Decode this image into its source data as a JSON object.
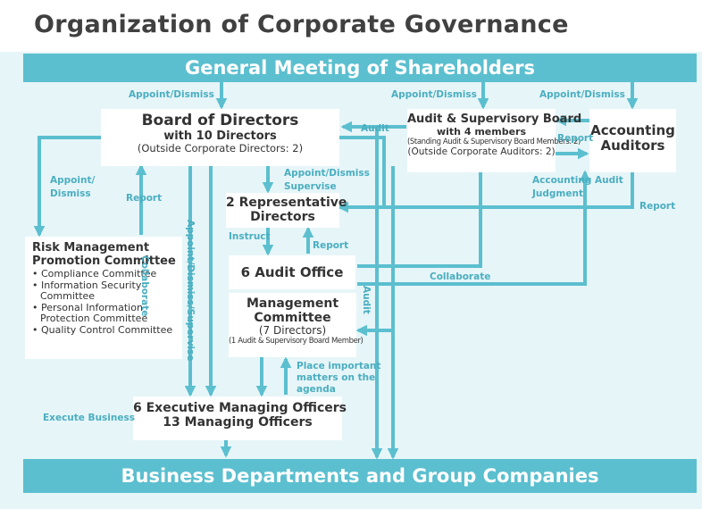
{
  "title": "Organization of Corporate Governance",
  "colors": {
    "accent": "#5bbfcf",
    "panel": "#e6f5f8",
    "label": "#4aaec0"
  },
  "shareholders": "General Meeting of Shareholders",
  "business": "Business Departments and Group Companies",
  "board": {
    "line1": "Board of Directors",
    "line2": "with 10 Directors",
    "line3": "(Outside Corporate Directors: 2)"
  },
  "asb": {
    "line1": "Audit & Supervisory Board",
    "line2": "with 4 members",
    "line3": "(Standing Audit & Supervisory Board Members: 2)",
    "line4": "(Outside Corporate Auditors: 2)"
  },
  "accounting": {
    "line1": "Accounting",
    "line2": "Auditors"
  },
  "rep": {
    "line1": "2 Representative",
    "line2": "Directors"
  },
  "audit_office": "6 Audit Office",
  "mgmt": {
    "line1": "Management",
    "line2": "Committee",
    "line3": "(7 Directors)",
    "line4": "(1 Audit & Supervisory Board Member)"
  },
  "risk": {
    "line1": "Risk Management",
    "line2": "Promotion Committee",
    "items": [
      "• Compliance Committee",
      "• Information Security",
      "Committee",
      "• Personal Information",
      "Protection Committee",
      "• Quality Control Committee"
    ]
  },
  "officers": {
    "line1": "6 Executive Managing Officers",
    "line2": "13 Managing Officers"
  },
  "labels": {
    "appoint_dismiss_1": "Appoint/Dismiss",
    "appoint_dismiss_2": "Appoint/Dismiss",
    "appoint_dismiss_3": "Appoint/Dismiss",
    "audit_1": "Audit",
    "report_1": "Report",
    "appoint_left_a": "Appoint/",
    "appoint_left_b": "Dismiss",
    "report_2": "Report",
    "appoint_dismiss_sup_a": "Appoint/Dismiss",
    "appoint_dismiss_sup_b": "Supervise",
    "accounting_judgment_a": "Accounting Audit",
    "accounting_judgment_b": "Judgment",
    "report_3": "Report",
    "instruct": "Instruct",
    "report_4": "Report",
    "collaborate_1": "Collaborate",
    "collaborate_2": "Collaborate",
    "appoint_dismiss_supervise": "Appoint/Dismiss/Supervise",
    "audit_2": "Audit",
    "place_a": "Place important",
    "place_b": "matters on the",
    "place_c": "agenda",
    "execute": "Execute Business"
  }
}
